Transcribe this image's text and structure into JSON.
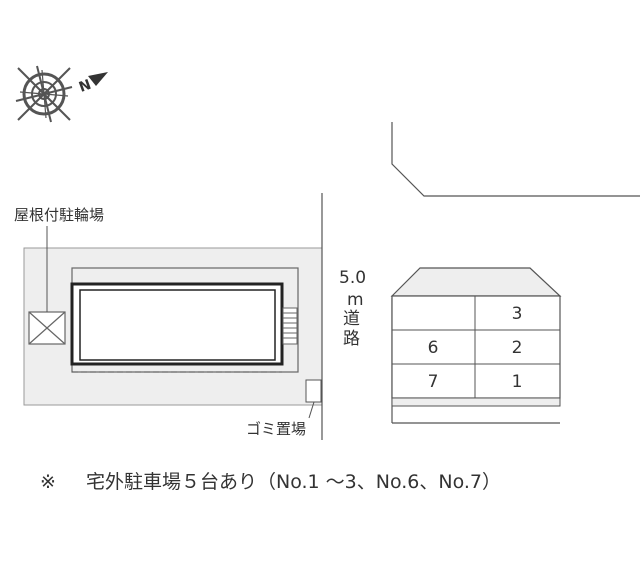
{
  "compass": {
    "icon": "north-compass-icon",
    "north_label": "N"
  },
  "labels": {
    "covered_bike_parking": "屋根付駐輪場",
    "garbage_area": "ゴミ置場",
    "road_width_value": "5.0",
    "road_width_unit": "m",
    "road_char_1": "道",
    "road_char_2": "路"
  },
  "parking_spaces": [
    {
      "no": "3"
    },
    {
      "no": "6"
    },
    {
      "no": "2"
    },
    {
      "no": "7"
    },
    {
      "no": "1"
    }
  ],
  "footnote": {
    "mark": "※",
    "text": "宅外駐車場５台あり（No.1 ～3、No.6、No.7）"
  },
  "colors": {
    "lot_fill": "#eeeeee",
    "line": "#555555",
    "building_border": "#222222"
  }
}
